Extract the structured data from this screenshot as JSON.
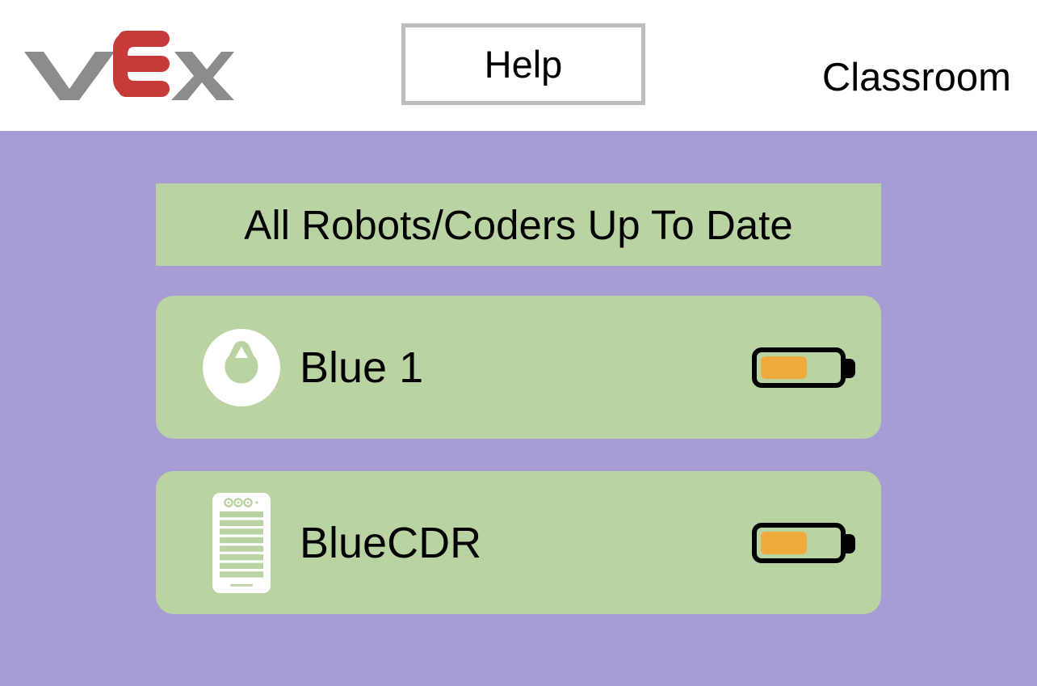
{
  "header": {
    "logo": {
      "name": "vex-logo",
      "text": "VEX",
      "gray": "#8c8c8c",
      "red": "#c63a3a"
    },
    "help_button": {
      "label": "Help",
      "border_color": "#c0bbbd"
    },
    "mode_label": "Classroom"
  },
  "status": {
    "message": "All Robots/Coders Up To Date",
    "background": "#b9d4a2"
  },
  "theme": {
    "page_background": "#a79cd4",
    "card_background": "#b9d4a2",
    "battery_fill": "#efaa3c",
    "text": "#000000"
  },
  "devices": [
    {
      "name": "Blue 1",
      "icon": "robot-brain-icon",
      "battery_percent": 55
    },
    {
      "name": "BlueCDR",
      "icon": "coder-device-icon",
      "battery_percent": 55
    }
  ]
}
